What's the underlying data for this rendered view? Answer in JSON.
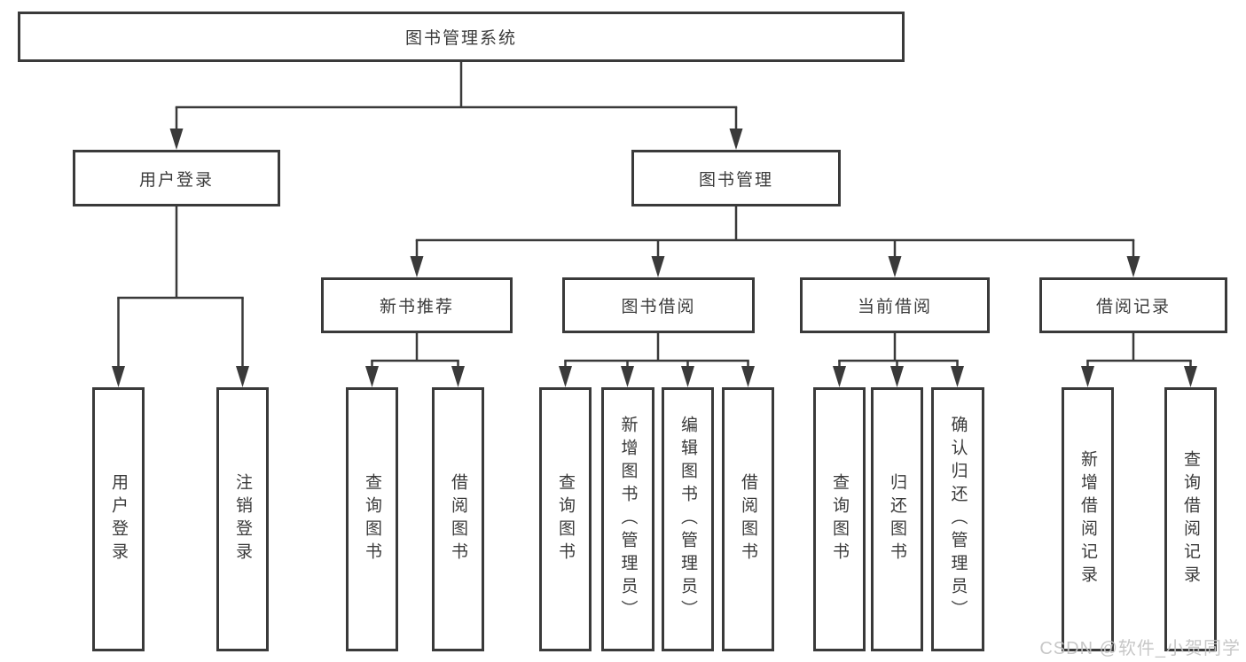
{
  "diagram": {
    "root": "图书管理系统",
    "user_login_branch": {
      "label": "用户登录",
      "children": [
        "用户登录",
        "注销登录"
      ]
    },
    "book_mgmt_branch": {
      "label": "图书管理",
      "children": [
        {
          "label": "新书推荐",
          "children": [
            "查询图书",
            "借阅图书"
          ]
        },
        {
          "label": "图书借阅",
          "children": [
            "查询图书",
            "新增图书（管理员）",
            "编辑图书（管理员）",
            "借阅图书"
          ]
        },
        {
          "label": "当前借阅",
          "children": [
            "查询图书",
            "归还图书",
            "确认归还（管理员）"
          ]
        },
        {
          "label": "借阅记录",
          "children": [
            "新增借阅记录",
            "查询借阅记录"
          ]
        }
      ]
    }
  },
  "watermark": "CSDN @软件_小贺同学",
  "colors": {
    "line": "#3a3a3a",
    "text": "#3b3b3b",
    "watermark": "#c3c3c3",
    "background": "#ffffff"
  }
}
